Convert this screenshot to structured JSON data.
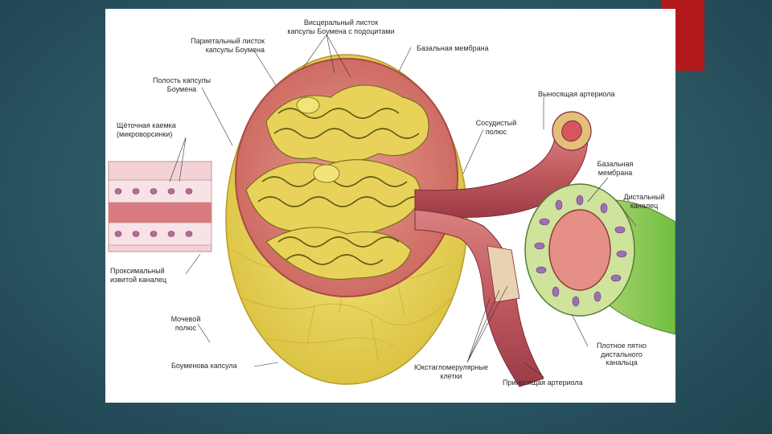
{
  "slide": {
    "accent_color": "#b2191b",
    "background_color": "#2b5763"
  },
  "diagram": {
    "labels": {
      "visceral": "Висцеральный листок\nкапсулы Боумена с подоцитами",
      "parietal": "Париетальный листок\nкапсулы Боумена",
      "basal_top": "Базальная мембрана",
      "cavity": "Полость капсулы\nБоумена",
      "efferent": "Выносящая артериола",
      "brush": "Щёточная каемка\n(микроворсинки)",
      "vascular_pole": "Сосудистый\nполюс",
      "basal_right": "Базальная\nмембрана",
      "distal": "Дистальный\nканалец",
      "proximal": "Проксимальный\nизвитой каналец",
      "urinary_pole": "Мочевой\nполюс",
      "macula": "Плотное пятно\nдистального\nканальца",
      "capsule": "Боуменова капсула",
      "juxta": "Юкстагломерулярные\nклетки",
      "afferent": "Приносящая артериола"
    }
  }
}
